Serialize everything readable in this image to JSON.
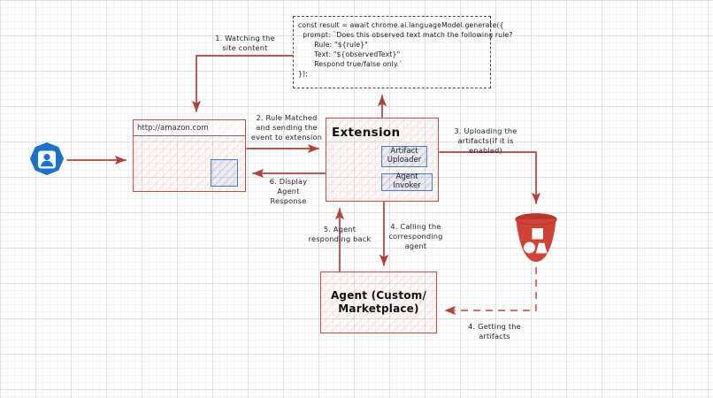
{
  "diagram": {
    "title": "Chrome Extension Agent Architecture Flow",
    "colors": {
      "stroke_red": "#c0504a",
      "arrow_red": "#b0423c",
      "blue": "#4a7fbf",
      "user_icon_blue": "#1a73c8",
      "bucket_red": "#cf4436",
      "code_border": "#4a4a55",
      "grid": "#9696a5"
    }
  },
  "browser": {
    "name": "browser-window",
    "url": "http://amazon.com",
    "highlight_region": "observed-content-region"
  },
  "code_block": {
    "lines": [
      "const result = await chrome.ai.languageModel.generate({",
      "  prompt: `Does this observed text match the following rule?",
      "       Rule: \"${rule}\"",
      "       Text: \"${observedText}\"",
      "       Respond true/false only.`",
      "});"
    ],
    "text": "const result = await chrome.ai.languageModel.generate({\n  prompt: `Does this observed text match the following rule?\n       Rule: \"${rule}\"\n       Text: \"${observedText}\"\n       Respond true/false only.`\n});"
  },
  "extension": {
    "title": "Extension",
    "components": [
      {
        "label": "Artifact\nUploader",
        "name": "artifact-uploader"
      },
      {
        "label": "Agent Invoker",
        "name": "agent-invoker"
      }
    ]
  },
  "agent": {
    "line1": "Agent (Custom/",
    "line2": "Marketplace)"
  },
  "storage": {
    "label": "artifact-bucket",
    "icon": "bucket-icon"
  },
  "user": {
    "label": "user-avatar",
    "icon": "user-icon"
  },
  "annotations": [
    {
      "id": 1,
      "text": "1. Watching the\nsite content"
    },
    {
      "id": 2,
      "text": "2. Rule Matched\nand sending the\nevent to extension"
    },
    {
      "id": 3,
      "text": "3. Uploading the\nartifacts(if it is\nenabled)"
    },
    {
      "id": 4,
      "text": "4. Calling the\ncorresponding\nagent"
    },
    {
      "id": 5,
      "text": "5. Agent\nresponding back"
    },
    {
      "id": 6,
      "text": "6. Display\nAgent\nResponse"
    },
    {
      "id": 7,
      "text": "4. Getting the\nartifacts"
    }
  ]
}
